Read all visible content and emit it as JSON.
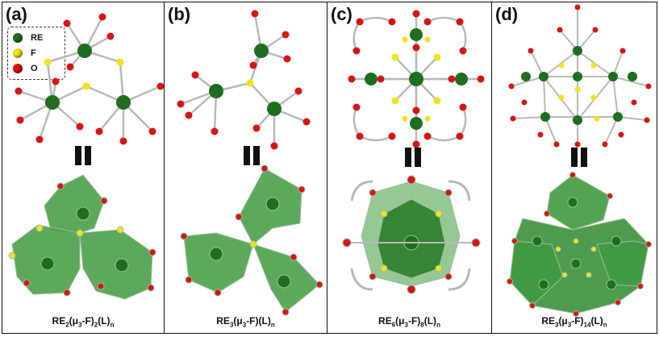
{
  "panels": [
    {
      "label": "(a)",
      "formula": {
        "prefix": "RE",
        "n1": "2",
        "mid": "(μ",
        "n2": "3",
        "mid2": "-F)",
        "n3": "2",
        "tail": "(L)",
        "n4": "n"
      }
    },
    {
      "label": "(b)",
      "formula": {
        "prefix": "RE",
        "n1": "3",
        "mid": "(μ",
        "n2": "3",
        "mid2": "-F)",
        "n3": "",
        "tail": "(L)",
        "n4": "n"
      }
    },
    {
      "label": "(c)",
      "formula": {
        "prefix": "RE",
        "n1": "6",
        "mid": "(μ",
        "n2": "3",
        "mid2": "-F)",
        "n3": "8",
        "tail": "(L)",
        "n4": "n"
      }
    },
    {
      "label": "(d)",
      "formula": {
        "prefix": "RE",
        "n1": "3",
        "mid": "(μ",
        "n2": "3",
        "mid2": "-F)",
        "n3": "14",
        "tail": "(L)",
        "n4": "n"
      }
    }
  ],
  "legend": [
    {
      "label": "RE",
      "color": "#1f6e1f"
    },
    {
      "label": "F",
      "color": "#f2e21a"
    },
    {
      "label": "O",
      "color": "#d81414"
    }
  ],
  "colors": {
    "re": "#1f6e1f",
    "f": "#f2e21a",
    "o": "#d81414",
    "bond": "#b9b9b9",
    "poly": "#3f9a3f"
  }
}
